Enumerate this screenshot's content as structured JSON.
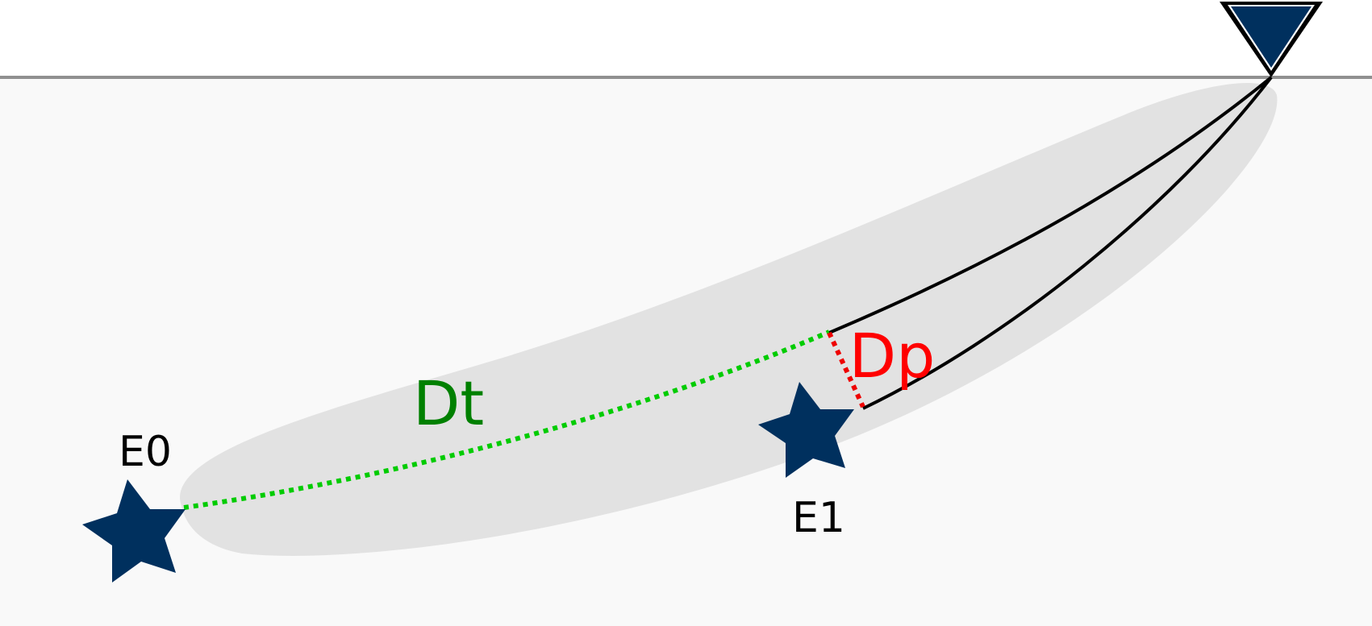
{
  "labels": {
    "event0": "E0",
    "event1": "E1",
    "dt": "Dt",
    "dp": "Dp"
  },
  "colors": {
    "subsurface": "#f9f9f9",
    "surface_line": "#909090",
    "region": "#e2e2e2",
    "marker": "#00305e",
    "dt_path": "#00cc00",
    "dt_label": "#008000",
    "dp_path": "#ee0000",
    "dp_label": "#ff0000"
  },
  "icons": {
    "station": "inverted-triangle",
    "event": "star"
  }
}
